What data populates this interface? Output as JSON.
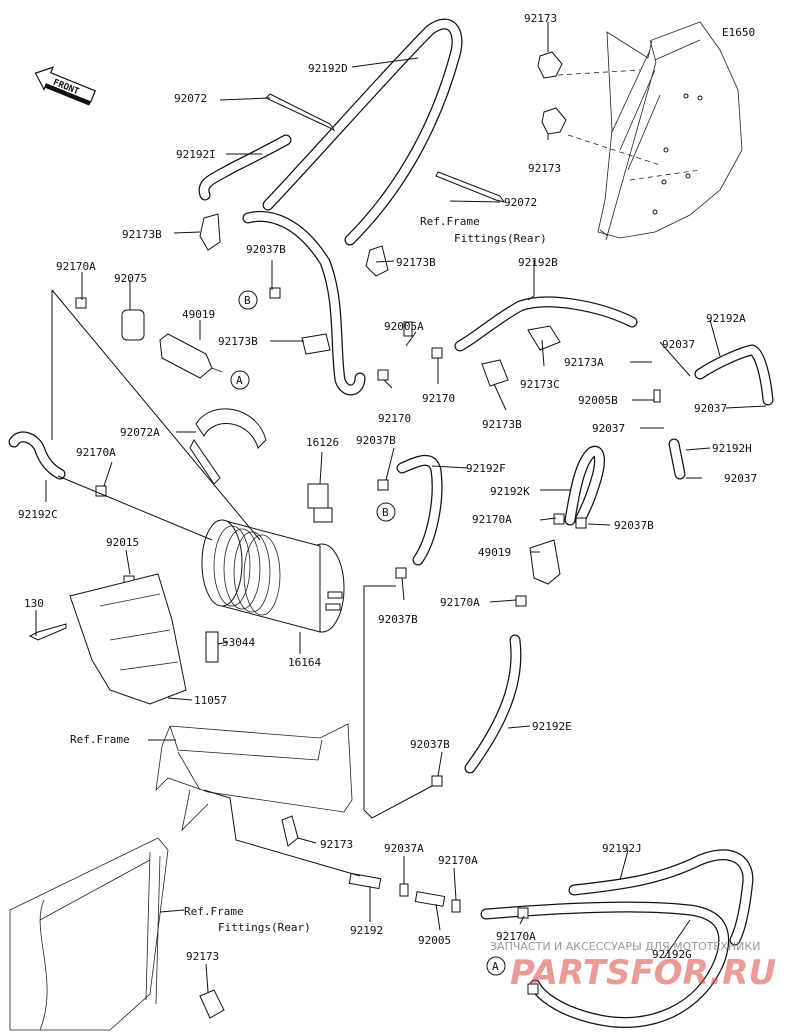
{
  "diagram_code": "E1650",
  "front_label": "FRONT",
  "ref_labels": {
    "frame_fittings_rear_top": [
      "Ref.Frame",
      "Fittings(Rear)"
    ],
    "frame_mid": "Ref.Frame",
    "frame_fittings_rear_bottom": [
      "Ref.Frame",
      "Fittings(Rear)"
    ]
  },
  "markers": {
    "A": "A",
    "B": "B"
  },
  "parts": [
    {
      "id": "p1",
      "text": "92173"
    },
    {
      "id": "p2",
      "text": "92192D"
    },
    {
      "id": "p3",
      "text": "92072"
    },
    {
      "id": "p4",
      "text": "92173"
    },
    {
      "id": "p5",
      "text": "92192I"
    },
    {
      "id": "p6",
      "text": "92072"
    },
    {
      "id": "p7",
      "text": "92173B"
    },
    {
      "id": "p8",
      "text": "92037B"
    },
    {
      "id": "p9",
      "text": "92173B"
    },
    {
      "id": "p10",
      "text": "92192B"
    },
    {
      "id": "p11",
      "text": "92170A"
    },
    {
      "id": "p12",
      "text": "92075"
    },
    {
      "id": "p13",
      "text": "49019"
    },
    {
      "id": "p14",
      "text": "92173B"
    },
    {
      "id": "p15",
      "text": "92005A"
    },
    {
      "id": "p16",
      "text": "92192A"
    },
    {
      "id": "p17",
      "text": "92037"
    },
    {
      "id": "p18",
      "text": "92173A"
    },
    {
      "id": "p19",
      "text": "92173C"
    },
    {
      "id": "p20",
      "text": "92005B"
    },
    {
      "id": "p21",
      "text": "92037"
    },
    {
      "id": "p22",
      "text": "92170"
    },
    {
      "id": "p23",
      "text": "92170"
    },
    {
      "id": "p24",
      "text": "92173B"
    },
    {
      "id": "p25",
      "text": "92037"
    },
    {
      "id": "p26",
      "text": "92192H"
    },
    {
      "id": "p27",
      "text": "92072A"
    },
    {
      "id": "p28",
      "text": "16126"
    },
    {
      "id": "p29",
      "text": "92037B"
    },
    {
      "id": "p30",
      "text": "92192F"
    },
    {
      "id": "p31",
      "text": "92037"
    },
    {
      "id": "p32",
      "text": "92170A"
    },
    {
      "id": "p33",
      "text": "92192K"
    },
    {
      "id": "p34",
      "text": "92192C"
    },
    {
      "id": "p35",
      "text": "92170A"
    },
    {
      "id": "p36",
      "text": "92037B"
    },
    {
      "id": "p37",
      "text": "92015"
    },
    {
      "id": "p38",
      "text": "49019"
    },
    {
      "id": "p39",
      "text": "130"
    },
    {
      "id": "p40",
      "text": "92170A"
    },
    {
      "id": "p41",
      "text": "92037B"
    },
    {
      "id": "p42",
      "text": "53044"
    },
    {
      "id": "p43",
      "text": "16164"
    },
    {
      "id": "p44",
      "text": "11057"
    },
    {
      "id": "p45",
      "text": "92192E"
    },
    {
      "id": "p46",
      "text": "92037B"
    },
    {
      "id": "p47",
      "text": "92173"
    },
    {
      "id": "p48",
      "text": "92037A"
    },
    {
      "id": "p49",
      "text": "92170A"
    },
    {
      "id": "p50",
      "text": "92192J"
    },
    {
      "id": "p51",
      "text": "92192"
    },
    {
      "id": "p52",
      "text": "92005"
    },
    {
      "id": "p53",
      "text": "92170A"
    },
    {
      "id": "p54",
      "text": "92192G"
    },
    {
      "id": "p55",
      "text": "92173"
    }
  ],
  "watermark": {
    "line1": "ЗАПЧАСТИ И АКСЕССУАРЫ ДЛЯ МОТОТЕХНИКИ",
    "line2": "PARTSFOR.RU"
  }
}
